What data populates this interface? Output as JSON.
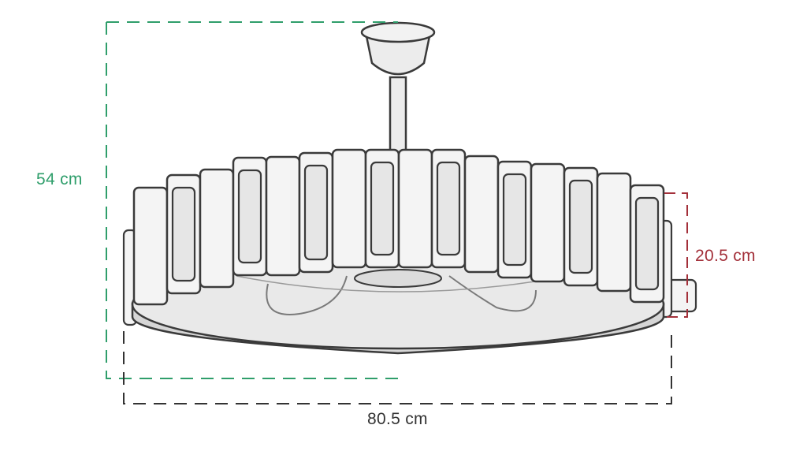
{
  "dimensions": {
    "height_total": {
      "label": "54 cm",
      "color": "#2f9e6b"
    },
    "height_shade": {
      "label": "20.5 cm",
      "color": "#a3303a"
    },
    "width": {
      "label": "80.5 cm",
      "color": "#333333"
    }
  },
  "colors": {
    "outline": "#3a3a3a",
    "panel_fill": "#f4f4f4",
    "panel_inner": "#e6e6e6",
    "disc_fill": "#e9e9e9",
    "rod_fill": "#ececec"
  },
  "icons": [
    "ceiling-lamp-illustration"
  ]
}
